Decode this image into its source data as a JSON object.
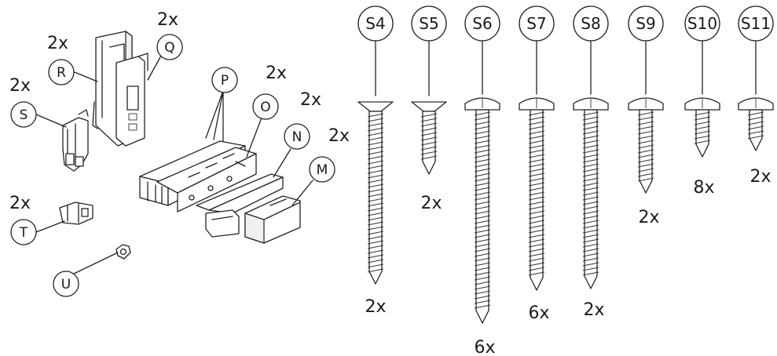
{
  "parts": [
    {
      "id": "R",
      "label": "R",
      "qty": "2x"
    },
    {
      "id": "Q",
      "label": "Q",
      "qty": "2x"
    },
    {
      "id": "S",
      "label": "S",
      "qty": "2x"
    },
    {
      "id": "T",
      "label": "T",
      "qty": "2x"
    },
    {
      "id": "U",
      "label": "U",
      "qty": ""
    },
    {
      "id": "P",
      "label": "P",
      "qty": "2x"
    },
    {
      "id": "O",
      "label": "O",
      "qty": "2x"
    },
    {
      "id": "N",
      "label": "N",
      "qty": "2x"
    },
    {
      "id": "M",
      "label": "M",
      "qty": ""
    }
  ],
  "screws": [
    {
      "id": "S4",
      "label": "S4",
      "qty": "2x",
      "head": "flat"
    },
    {
      "id": "S5",
      "label": "S5",
      "qty": "2x",
      "head": "flat"
    },
    {
      "id": "S6",
      "label": "S6",
      "qty": "6x",
      "head": "pan"
    },
    {
      "id": "S7",
      "label": "S7",
      "qty": "6x",
      "head": "pan"
    },
    {
      "id": "S8",
      "label": "S8",
      "qty": "2x",
      "head": "pan"
    },
    {
      "id": "S9",
      "label": "S9",
      "qty": "2x",
      "head": "pan"
    },
    {
      "id": "S10",
      "label": "S10",
      "qty": "8x",
      "head": "pan"
    },
    {
      "id": "S11",
      "label": "S11",
      "qty": "2x",
      "head": "pan"
    }
  ]
}
